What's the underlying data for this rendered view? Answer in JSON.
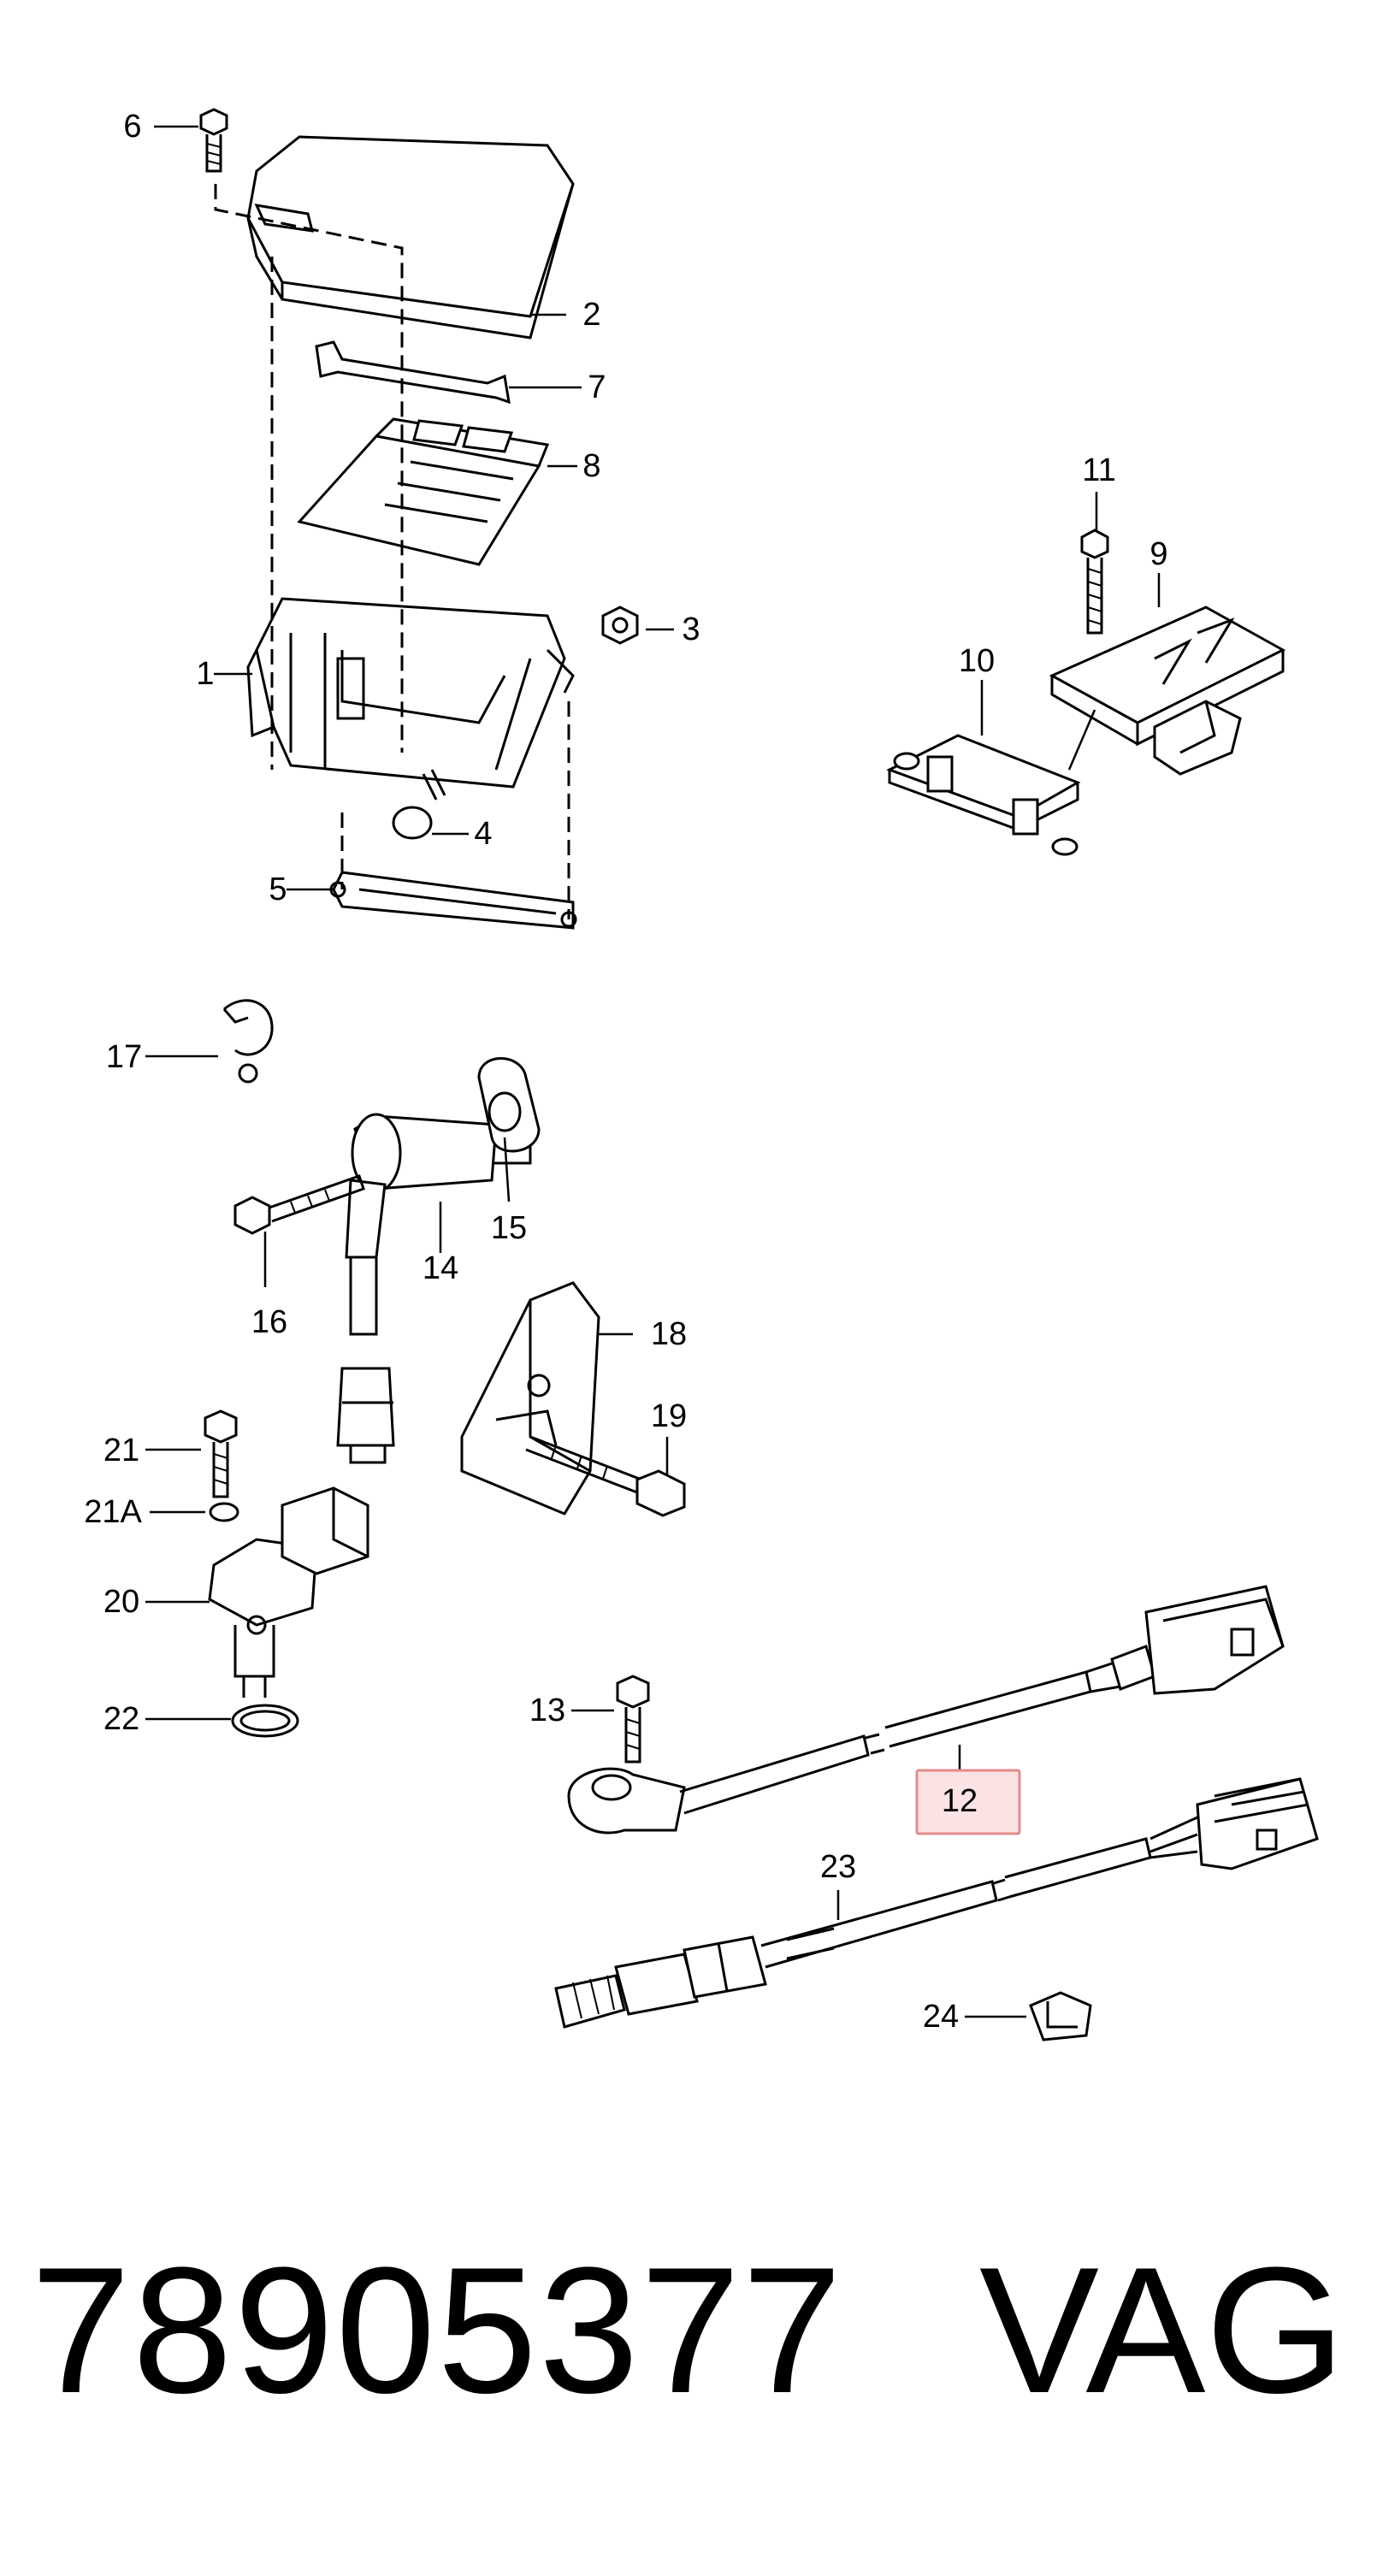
{
  "callouts": {
    "c1": "1",
    "c2": "2",
    "c3": "3",
    "c4": "4",
    "c5": "5",
    "c6": "6",
    "c7": "7",
    "c8": "8",
    "c9": "9",
    "c10": "10",
    "c11": "11",
    "c12": "12",
    "c13": "13",
    "c14": "14",
    "c15": "15",
    "c16": "16",
    "c17": "17",
    "c18": "18",
    "c19": "19",
    "c20": "20",
    "c21": "21",
    "c21a": "21A",
    "c22": "22",
    "c23": "23",
    "c24": "24"
  },
  "highlighted_callout": "12",
  "highlight_color": "#e28b8b",
  "footer": {
    "part_number": "78905377",
    "brand": "VAG"
  }
}
